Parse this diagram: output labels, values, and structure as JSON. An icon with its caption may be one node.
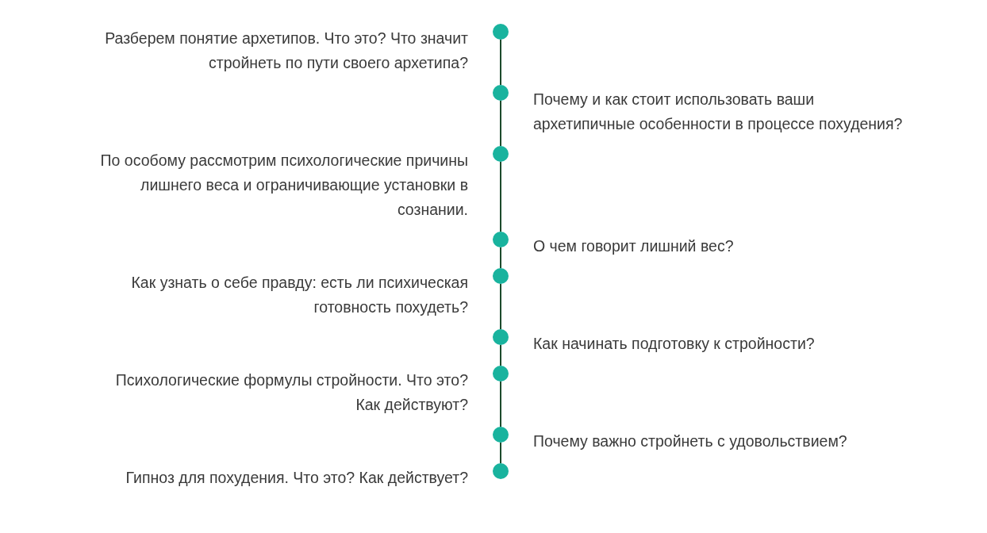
{
  "diagram": {
    "nodes": [
      {
        "text": [],
        "shape": "circle",
        "beside": [
          "Разберем понятие архетипов. Что это? Что значит стройнеть по пути своего архетипа?"
        ]
      },
      {
        "text": [],
        "shape": "circle",
        "beside": [
          "Почему и как стоит использовать ваши архетипичные особенности в процессе похудения?"
        ]
      },
      {
        "text": [],
        "shape": "circle",
        "beside": [
          "По особому рассмотрим психологические причины лишнего веса и ограничивающие установки в сознании."
        ]
      },
      {
        "text": [],
        "shape": "circle",
        "beside": [
          "О чем говорит лишний вес?"
        ]
      },
      {
        "text": [],
        "shape": "circle",
        "beside": [
          "Как узнать о себе правду: есть ли психическая готовность похудеть?"
        ]
      },
      {
        "text": [],
        "shape": "circle",
        "beside": [
          "Как начинать подготовку к стройности?"
        ]
      },
      {
        "text": [],
        "shape": "circle",
        "beside": [
          "Психологические формулы стройности. Что это? Как действуют?"
        ]
      },
      {
        "text": [],
        "shape": "circle",
        "beside": [
          "Почему важно стройнеть с удовольствием?"
        ]
      },
      {
        "text": [],
        "shape": "circle",
        "beside": [
          "Гипноз для похудения. Что это? Как действует?"
        ]
      }
    ],
    "edges": [
      {
        "from": 0,
        "to": 1,
        "arrow": "none"
      },
      {
        "from": 1,
        "to": 2,
        "arrow": "none"
      },
      {
        "from": 2,
        "to": 3,
        "arrow": "none"
      },
      {
        "from": 3,
        "to": 4,
        "arrow": "none"
      },
      {
        "from": 4,
        "to": 5,
        "arrow": "none"
      },
      {
        "from": 5,
        "to": 6,
        "arrow": "none"
      },
      {
        "from": 6,
        "to": 7,
        "arrow": "none"
      },
      {
        "from": 7,
        "to": 8,
        "arrow": "none"
      }
    ]
  }
}
